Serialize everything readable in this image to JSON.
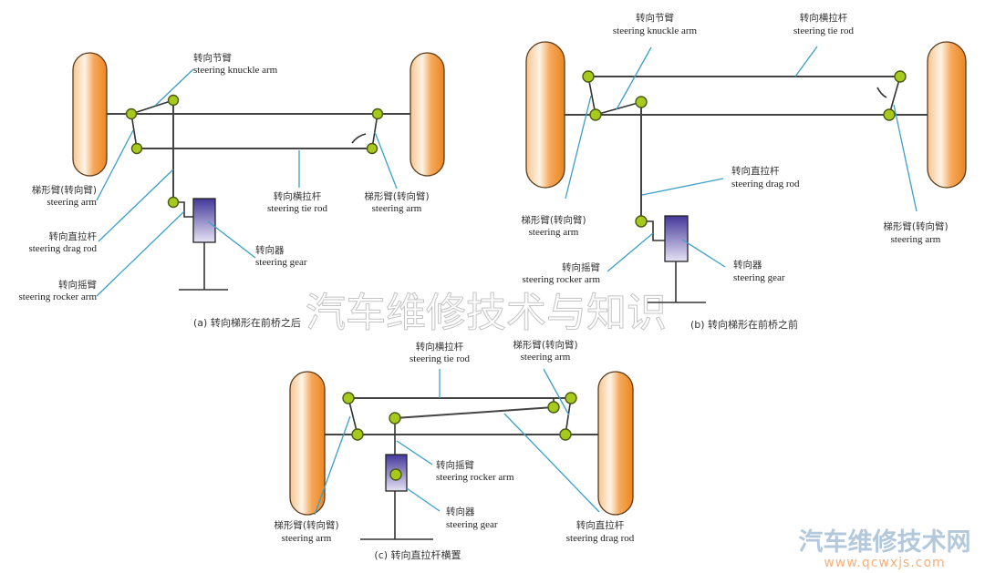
{
  "diagrams": {
    "a": {
      "caption": "(a) 转向梯形在前桥之后",
      "labels": {
        "knuckle_arm": {
          "zh": "转向节臂",
          "en": "steering knuckle arm"
        },
        "steering_arm_left": {
          "zh": "梯形臂(转向臂)",
          "en": "steering arm"
        },
        "drag_rod": {
          "zh": "转向直拉杆",
          "en": "steering drag rod"
        },
        "rocker_arm": {
          "zh": "转向摇臂",
          "en": "steering rocker arm"
        },
        "tie_rod": {
          "zh": "转向横拉杆",
          "en": "steering tie rod"
        },
        "steering_arm_right": {
          "zh": "梯形臂(转向臂)",
          "en": "steering arm"
        },
        "gear": {
          "zh": "转向器",
          "en": "steering gear"
        }
      }
    },
    "b": {
      "caption": "(b) 转向梯形在前桥之前",
      "labels": {
        "knuckle_arm": {
          "zh": "转向节臂",
          "en": "steering knuckle arm"
        },
        "tie_rod": {
          "zh": "转向横拉杆",
          "en": "steering tie rod"
        },
        "drag_rod": {
          "zh": "转向直拉杆",
          "en": "steering drag rod"
        },
        "steering_arm_left": {
          "zh": "梯形臂(转向臂)",
          "en": "steering arm"
        },
        "steering_arm_right": {
          "zh": "梯形臂(转向臂)",
          "en": "steering arm"
        },
        "rocker_arm": {
          "zh": "转向摇臂",
          "en": "steering rocker arm"
        },
        "gear": {
          "zh": "转向器",
          "en": "steering gear"
        }
      }
    },
    "c": {
      "caption": "(c) 转向直拉杆横置",
      "labels": {
        "tie_rod": {
          "zh": "转向横拉杆",
          "en": "steering tie rod"
        },
        "steering_arm_top": {
          "zh": "梯形臂(转向臂)",
          "en": "steering arm"
        },
        "rocker_arm": {
          "zh": "转向摇臂",
          "en": "steering rocker arm"
        },
        "gear": {
          "zh": "转向器",
          "en": "steering gear"
        },
        "steering_arm_left": {
          "zh": "梯形臂(转向臂)",
          "en": "steering arm"
        },
        "drag_rod": {
          "zh": "转向直拉杆",
          "en": "steering drag rod"
        }
      }
    }
  },
  "watermarks": {
    "center": "汽车维修技术与知识",
    "brand": "汽车维修技术网",
    "url": "www.qcwxjs.com"
  },
  "colors": {
    "wheel_dark": "#ee8a22",
    "wheel_light": "#fdf3e6",
    "joint": "#a7c91c",
    "leader": "#3aa0c8",
    "gear_top": "#4a3d9a",
    "gear_bottom": "#e2def2"
  }
}
